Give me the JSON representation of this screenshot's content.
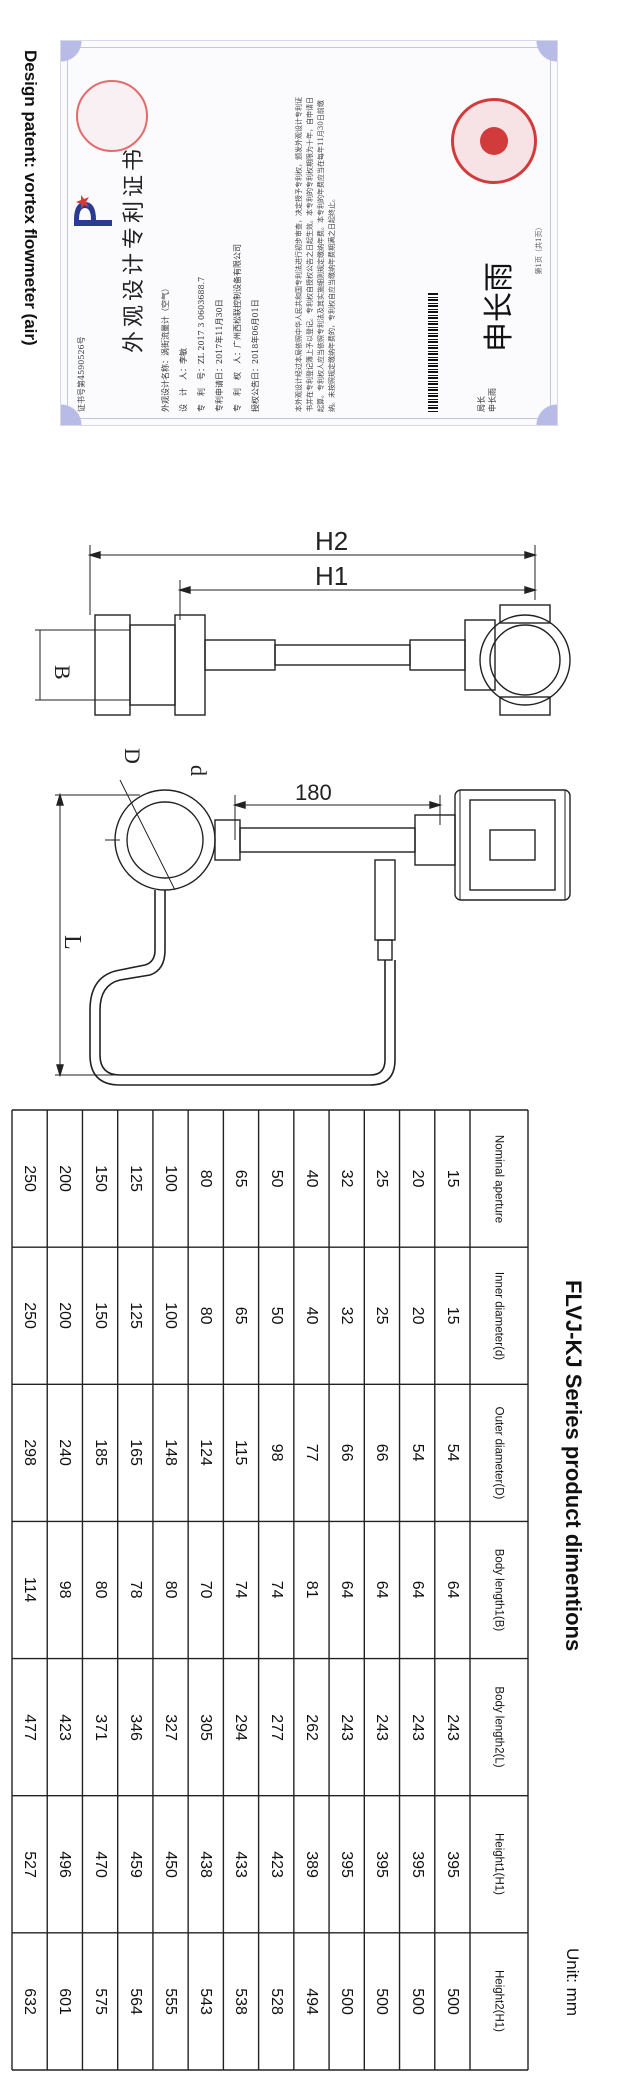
{
  "caption": "Design patent: vortex flowmeter (air)",
  "certificate": {
    "title": "外观设计专利证书",
    "number": "证书号第4590526号",
    "lines": [
      "外观设计名称：涡街流量计（空气）",
      "设　计　人：李敏",
      "专　利　号：ZL 2017 3 0603688.7",
      "专利申请日：2017年11月30日",
      "专　利　权　人：广州西松联控制设备有限公司",
      "授权公告日：2018年06月01日"
    ],
    "body_text": "本外观设计经过本局依照中华人民共和国专利法进行初步审查，决定授予专利权，颁发外观设计专利证书并在专利登记簿上予以登记。专利权自授权公告之日起生效。本专利的专利权期限为十年，自申请日起算。专利权人应当依照专利法及其实施细则规定缴纳年费。本专利的年费应当在每年11月30日前缴纳。未按照规定缴纳年费的，专利权自应当缴纳年费期满之日起终止。",
    "signatory_title": "局长",
    "signatory_name": "申长雨",
    "signature": "申长雨",
    "page": "第1页（共1页）"
  },
  "drawing": {
    "dims": {
      "H2": "H2",
      "H1": "H1",
      "B": "B",
      "D": "D",
      "d": "d",
      "length_180": "180",
      "L": "L"
    }
  },
  "table": {
    "title": "FLVJ-KJ Series product dimentions",
    "unit": "Unit: mm",
    "headers": [
      "Nominal aperture",
      "Inner diameter(d)",
      "Outer diameter(D)",
      "Body length1(B)",
      "Body length2(L)",
      "Height1(H1)",
      "Height2(H1)"
    ],
    "rows": [
      [
        "15",
        "15",
        "54",
        "64",
        "243",
        "395",
        "500"
      ],
      [
        "20",
        "20",
        "54",
        "64",
        "243",
        "395",
        "500"
      ],
      [
        "25",
        "25",
        "66",
        "64",
        "243",
        "395",
        "500"
      ],
      [
        "32",
        "32",
        "66",
        "64",
        "243",
        "395",
        "500"
      ],
      [
        "40",
        "40",
        "77",
        "81",
        "262",
        "389",
        "494"
      ],
      [
        "50",
        "50",
        "98",
        "74",
        "277",
        "423",
        "528"
      ],
      [
        "65",
        "65",
        "115",
        "74",
        "294",
        "433",
        "538"
      ],
      [
        "80",
        "80",
        "124",
        "70",
        "305",
        "438",
        "543"
      ],
      [
        "100",
        "100",
        "148",
        "80",
        "327",
        "450",
        "555"
      ],
      [
        "125",
        "125",
        "165",
        "78",
        "346",
        "459",
        "564"
      ],
      [
        "150",
        "150",
        "185",
        "80",
        "371",
        "470",
        "575"
      ],
      [
        "200",
        "200",
        "240",
        "98",
        "423",
        "496",
        "601"
      ],
      [
        "250",
        "250",
        "298",
        "114",
        "477",
        "527",
        "632"
      ]
    ]
  }
}
